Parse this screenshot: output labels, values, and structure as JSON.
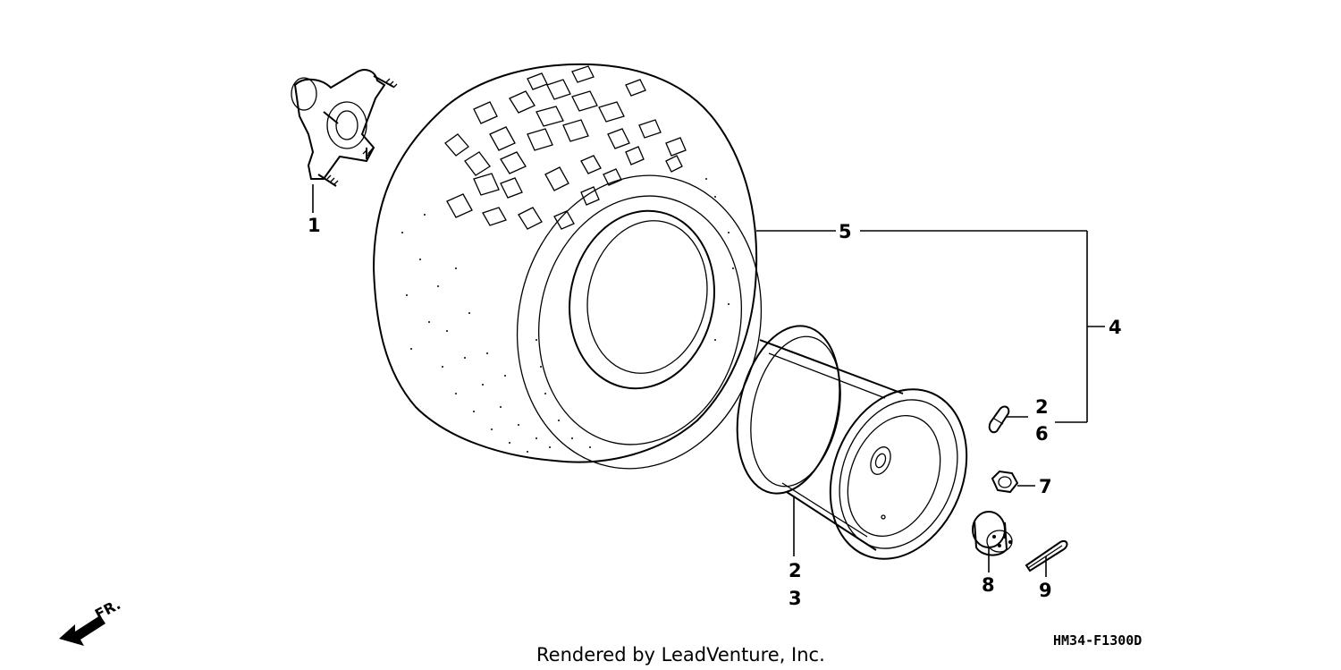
{
  "diagram": {
    "callouts": {
      "hub": "1",
      "rim_a": "2",
      "rim_b": "3",
      "assembly": "4",
      "tire": "5",
      "valve_a": "2",
      "valve_b": "6",
      "nut": "7",
      "castle_nut": "8",
      "cotter_pin": "9"
    },
    "direction_label": "FR.",
    "drawing_code": "HM34-F1300D",
    "credit": "Rendered by LeadVenture, Inc."
  },
  "colors": {
    "ink": "#000000",
    "background": "#ffffff"
  },
  "icons": [
    "front-direction-arrow-icon"
  ]
}
